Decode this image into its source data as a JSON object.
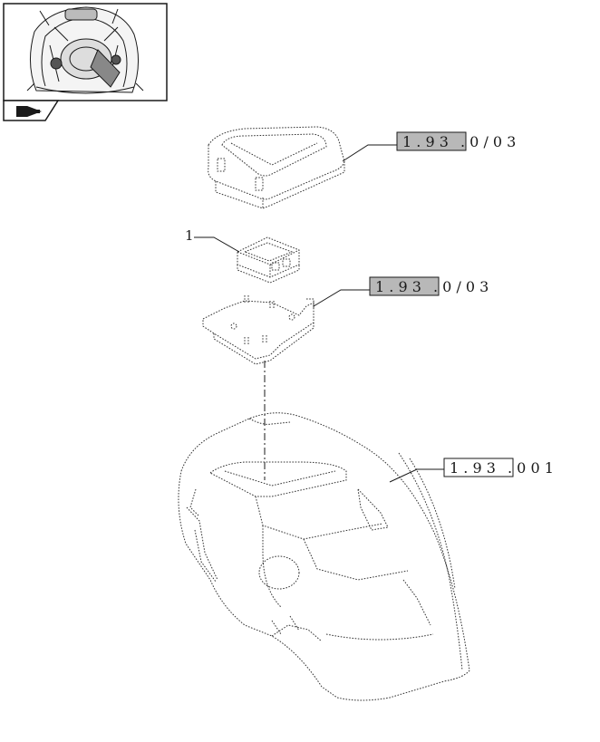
{
  "nav": {
    "thumbnail_icon": "tractor-cab-overview-icon",
    "arrow_icon": "next-page-arrow-icon"
  },
  "callouts": [
    {
      "digits": "1 . 9 3",
      "rest": ". 0 / 0 3"
    },
    {
      "digits": "1 . 9 3",
      "rest": ". 0 / 0 3"
    },
    {
      "digits": "1 . 9 3",
      "rest": ". 0   0 1"
    }
  ],
  "items": [
    {
      "label": "1"
    }
  ],
  "colors": {
    "highlight_box": "#b8b8b8",
    "ink": "#1a1a1a"
  }
}
